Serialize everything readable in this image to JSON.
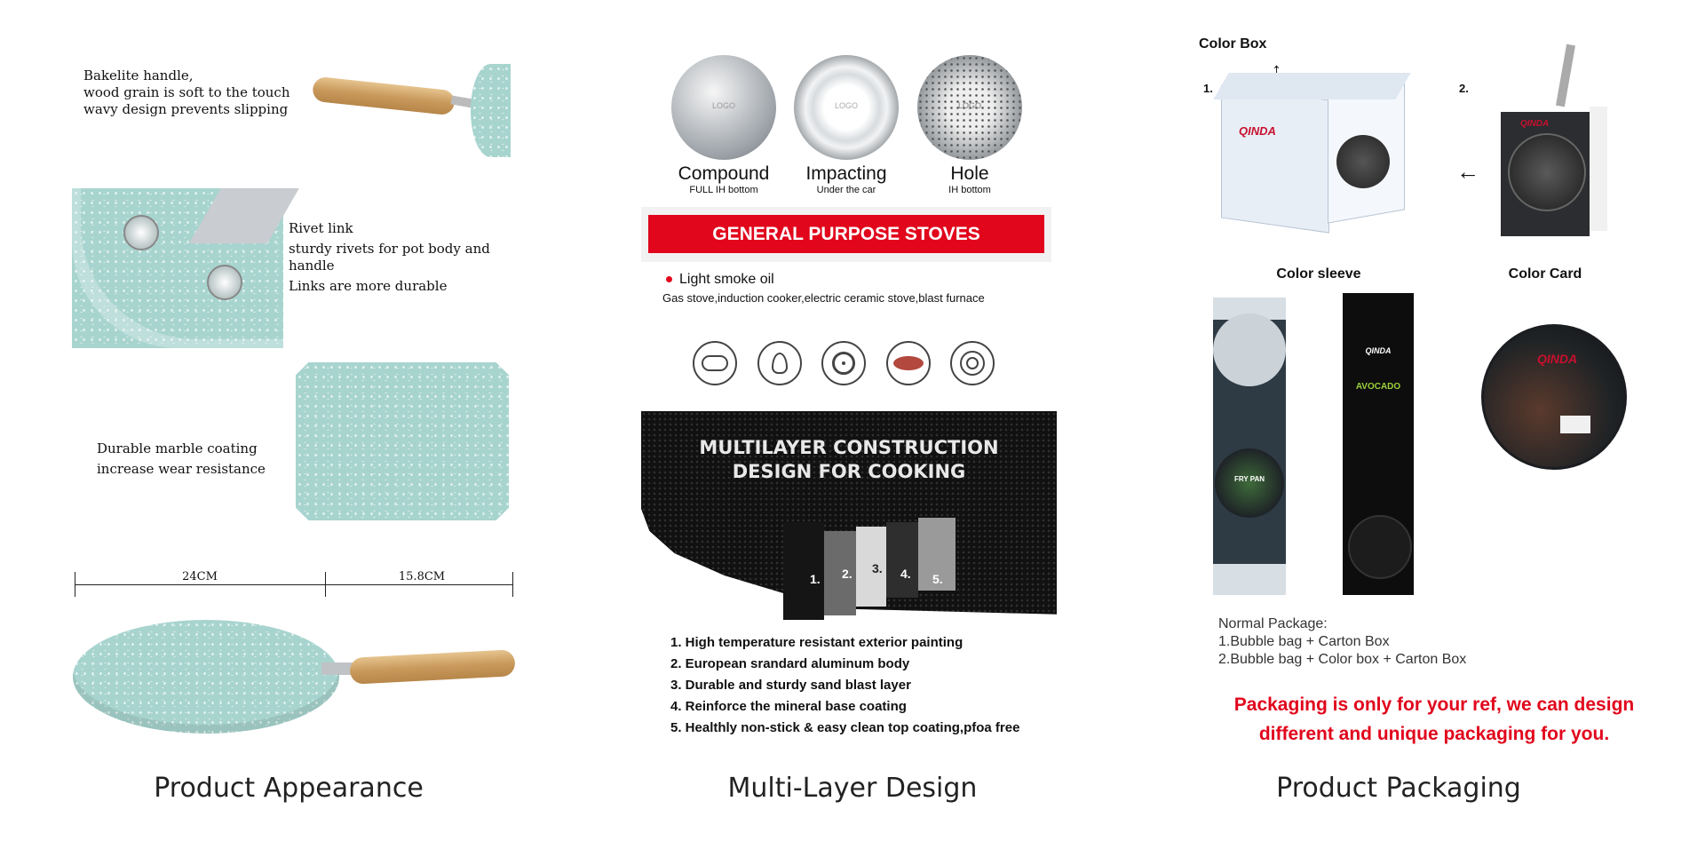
{
  "captions": {
    "appearance": "Product Appearance",
    "multilayer": "Multi-Layer Design",
    "packaging": "Product Packaging"
  },
  "appearance": {
    "handle_text": [
      "Bakelite handle,",
      "wood grain is soft to the touch",
      "wavy design prevents slipping"
    ],
    "rivet_text": [
      "Rivet link",
      "sturdy rivets for pot body and handle",
      "Links are more durable"
    ],
    "coating_text": [
      "Durable marble coating",
      "increase wear resistance"
    ],
    "dimension_left": "24CM",
    "dimension_right": "15.8CM"
  },
  "multilayer": {
    "bottoms": [
      {
        "name": "Compound",
        "sub": "FULL IH bottom",
        "logo": "LOGO"
      },
      {
        "name": "Impacting",
        "sub": "Under the car",
        "logo": "LOGO"
      },
      {
        "name": "Hole",
        "sub": "IH bottom",
        "logo": "LOGO"
      }
    ],
    "banner": "GENERAL PURPOSE STOVES",
    "bullet": "Light smoke oil",
    "stoves": "Gas stove,induction cooker,electric ceramic stove,blast furnace",
    "construction_title": [
      "MULTILAYER CONSTRUCTION",
      "DESIGN FOR COOKING"
    ],
    "layer_numbers": [
      "1.",
      "2.",
      "3.",
      "4.",
      "5."
    ],
    "layers": [
      "1. High temperature resistant exterior painting",
      "2. European srandard aluminum body",
      "3. Durable and sturdy sand blast layer",
      "4. Reinforce the mineral base coating",
      "5. Healthly non-stick & easy clean top coating,pfoa free"
    ],
    "stove_icons": [
      "induction-coil-icon",
      "flame-icon",
      "gas-burner-icon",
      "ceramic-plate-icon",
      "electric-hob-icon"
    ]
  },
  "packaging": {
    "color_box": "Color Box",
    "num1": "1.",
    "num2": "2.",
    "color_sleeve": "Color sleeve",
    "color_card": "Color Card",
    "brand": "QINDA",
    "sleeve_right_label": "AVOCADO",
    "sleeve_left_label": "FRY PAN",
    "normal_title": "Normal Package:",
    "normal_lines": [
      "1.Bubble bag + Carton Box",
      "2.Bubble bag + Color box + Carton Box"
    ],
    "note_lines": [
      "Packaging is only for your ref, we can design",
      "different and unique packaging for you."
    ]
  },
  "colors": {
    "mint": "#a8d4cf",
    "banner_red": "#e1061c",
    "dark": "#1a1a1a"
  }
}
